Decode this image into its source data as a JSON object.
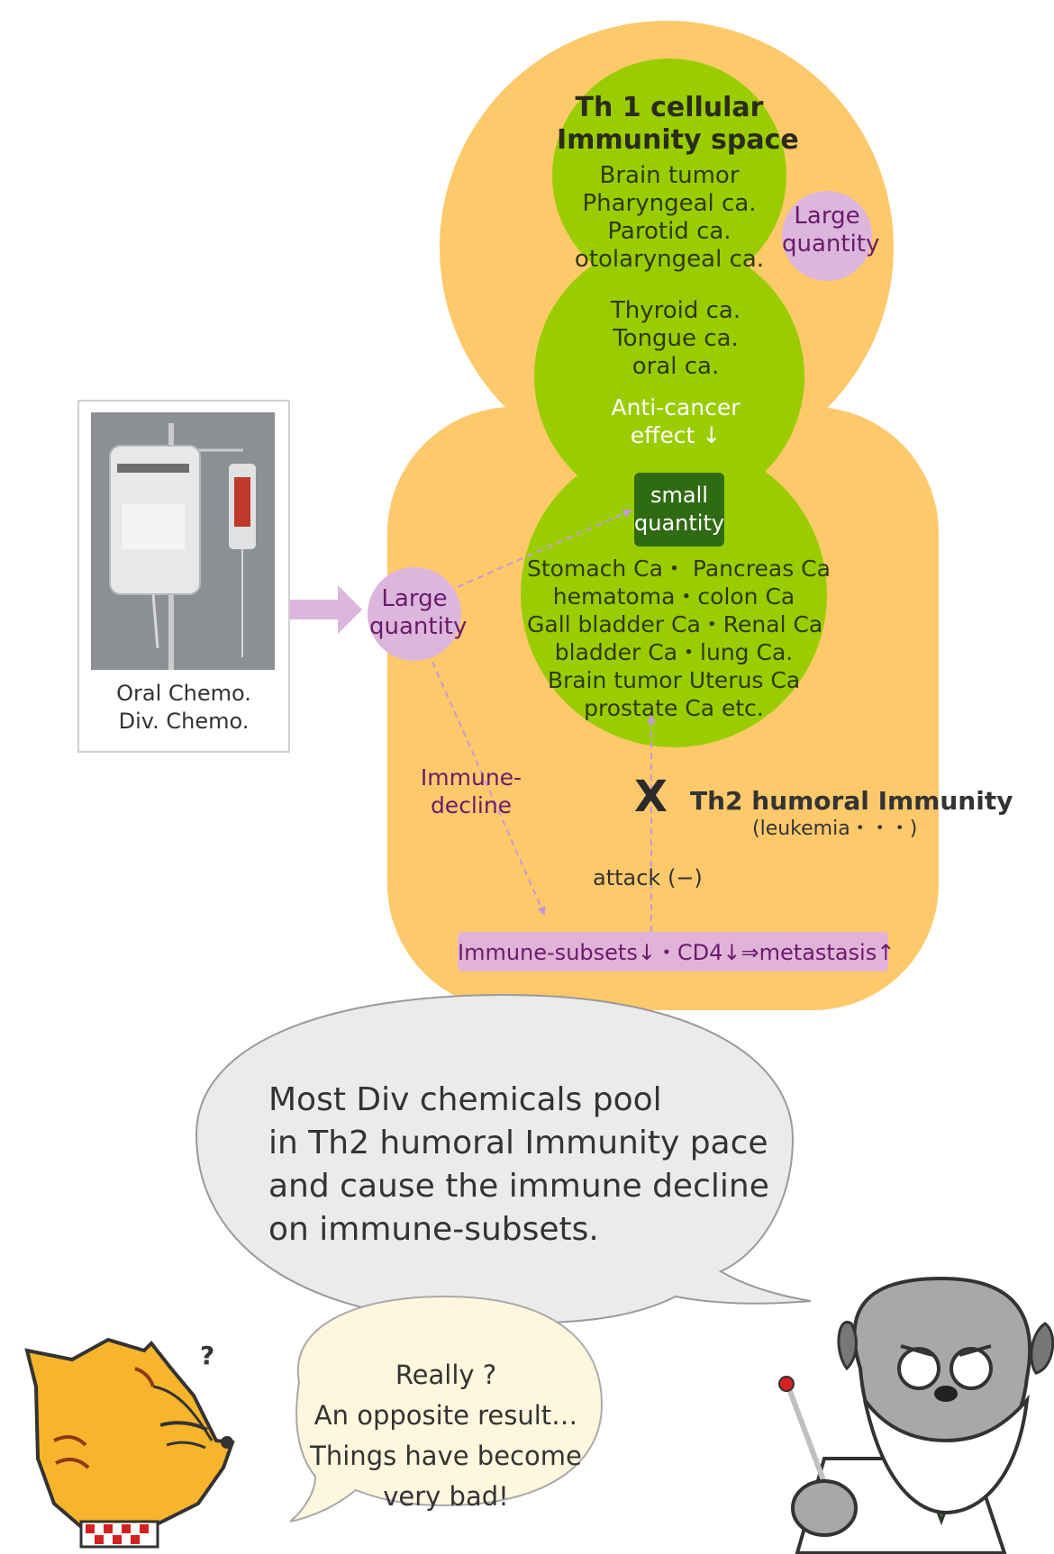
{
  "th1": {
    "title": [
      "Th 1 cellular",
      "Immunity space"
    ],
    "cancers_top": [
      "Brain tumor",
      "Pharyngeal ca.",
      "Parotid  ca.",
      "otolaryngeal ca."
    ],
    "cancers_mid": [
      "Thyroid ca.",
      "Tongue ca.",
      "oral ca."
    ],
    "anti_cancer": [
      "Anti-cancer",
      "effect ↓"
    ]
  },
  "large_quantity_top": [
    "Large",
    "quantity"
  ],
  "small_quantity": [
    "small",
    "quantity"
  ],
  "cancers_low": [
    "Stomach Ca・ Pancreas Ca",
    "hematoma・colon Ca",
    "Gall bladder Ca・Renal Ca",
    "bladder Ca・lung Ca.",
    "Brain tumor Uterus Ca",
    "prostate Ca etc."
  ],
  "large_quantity_left": [
    "Large",
    "quantity"
  ],
  "chemo_panel": {
    "caption": [
      "Oral Chemo.",
      "Div. Chemo."
    ]
  },
  "immune_decline": [
    "Immune-",
    "decline"
  ],
  "block_mark": "X",
  "th2": {
    "title": "Th2 humoral Immunity",
    "subtitle": "(leukemia・・・)"
  },
  "attack_label": "attack (−)",
  "subsets_bar": "Immune-subsets↓・CD4↓⇒metastasis↑",
  "speech_big": [
    "Most Div chemicals pool",
    "in Th2 humoral Immunity pace",
    "and cause the immune decline",
    "on immune-subsets."
  ],
  "speech_small": [
    "Really ?",
    "An opposite result…",
    "Things have become",
    "very bad!"
  ],
  "cat_question": "?",
  "colors": {
    "orange": "#fdc96b",
    "green": "#9acd00",
    "dark_green": "#2f6b12",
    "lavender": "#dcb6dc",
    "purple_text": "#6a1b6a",
    "bubble": "#ebebeb"
  }
}
